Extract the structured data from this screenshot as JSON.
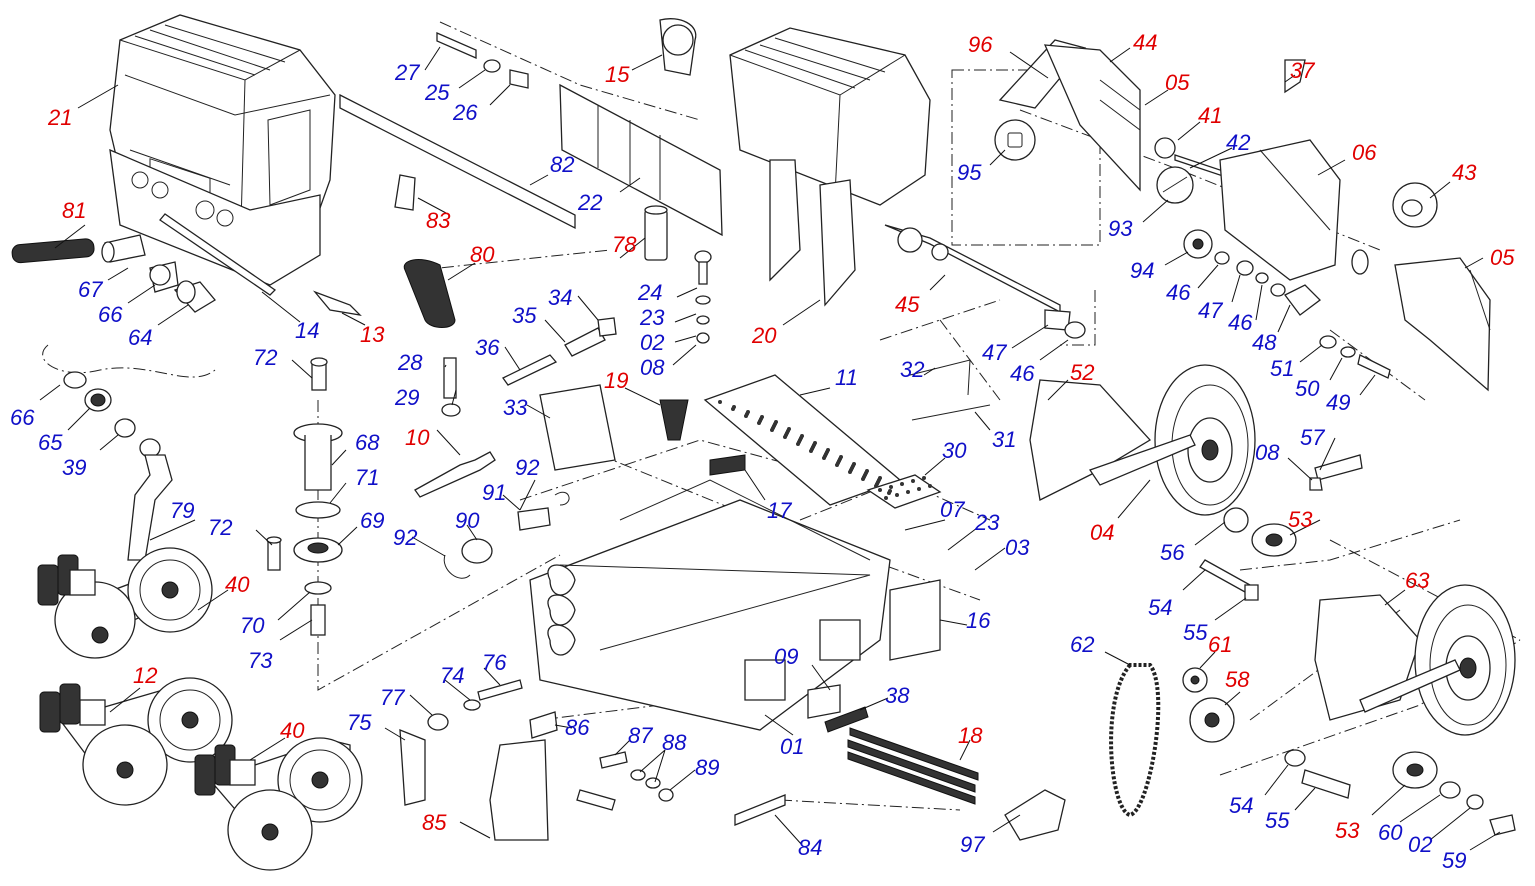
{
  "colors": {
    "red_label": "#e00000",
    "blue_label": "#1010c8",
    "line": "#222222",
    "background": "#ffffff"
  },
  "callouts": [
    {
      "text": "21",
      "color": "red"
    },
    {
      "text": "81",
      "color": "red"
    },
    {
      "text": "67",
      "color": "blue"
    },
    {
      "text": "66",
      "color": "blue"
    },
    {
      "text": "64",
      "color": "blue"
    },
    {
      "text": "14",
      "color": "blue"
    },
    {
      "text": "13",
      "color": "red"
    },
    {
      "text": "66",
      "color": "blue"
    },
    {
      "text": "65",
      "color": "blue"
    },
    {
      "text": "39",
      "color": "blue"
    },
    {
      "text": "79",
      "color": "blue"
    },
    {
      "text": "40",
      "color": "red"
    },
    {
      "text": "12",
      "color": "red"
    },
    {
      "text": "40",
      "color": "red"
    },
    {
      "text": "72",
      "color": "blue"
    },
    {
      "text": "68",
      "color": "blue"
    },
    {
      "text": "71",
      "color": "blue"
    },
    {
      "text": "72",
      "color": "blue"
    },
    {
      "text": "69",
      "color": "blue"
    },
    {
      "text": "70",
      "color": "blue"
    },
    {
      "text": "73",
      "color": "blue"
    },
    {
      "text": "27",
      "color": "blue"
    },
    {
      "text": "25",
      "color": "blue"
    },
    {
      "text": "26",
      "color": "blue"
    },
    {
      "text": "82",
      "color": "blue"
    },
    {
      "text": "22",
      "color": "blue"
    },
    {
      "text": "83",
      "color": "red"
    },
    {
      "text": "80",
      "color": "red"
    },
    {
      "text": "15",
      "color": "red"
    },
    {
      "text": "78",
      "color": "red"
    },
    {
      "text": "28",
      "color": "blue"
    },
    {
      "text": "29",
      "color": "blue"
    },
    {
      "text": "10",
      "color": "red"
    },
    {
      "text": "36",
      "color": "blue"
    },
    {
      "text": "35",
      "color": "blue"
    },
    {
      "text": "34",
      "color": "blue"
    },
    {
      "text": "33",
      "color": "blue"
    },
    {
      "text": "19",
      "color": "red"
    },
    {
      "text": "24",
      "color": "blue"
    },
    {
      "text": "23",
      "color": "blue"
    },
    {
      "text": "02",
      "color": "blue"
    },
    {
      "text": "08",
      "color": "blue"
    },
    {
      "text": "92",
      "color": "blue"
    },
    {
      "text": "91",
      "color": "blue"
    },
    {
      "text": "90",
      "color": "blue"
    },
    {
      "text": "92",
      "color": "blue"
    },
    {
      "text": "17",
      "color": "blue"
    },
    {
      "text": "11",
      "color": "blue"
    },
    {
      "text": "32",
      "color": "blue"
    },
    {
      "text": "31",
      "color": "blue"
    },
    {
      "text": "30",
      "color": "blue"
    },
    {
      "text": "20",
      "color": "red"
    },
    {
      "text": "45",
      "color": "red"
    },
    {
      "text": "47",
      "color": "blue"
    },
    {
      "text": "46",
      "color": "blue"
    },
    {
      "text": "07",
      "color": "blue"
    },
    {
      "text": "23",
      "color": "blue"
    },
    {
      "text": "03",
      "color": "blue"
    },
    {
      "text": "16",
      "color": "blue"
    },
    {
      "text": "09",
      "color": "blue"
    },
    {
      "text": "38",
      "color": "blue"
    },
    {
      "text": "18",
      "color": "red"
    },
    {
      "text": "01",
      "color": "blue"
    },
    {
      "text": "76",
      "color": "blue"
    },
    {
      "text": "74",
      "color": "blue"
    },
    {
      "text": "77",
      "color": "blue"
    },
    {
      "text": "75",
      "color": "blue"
    },
    {
      "text": "86",
      "color": "blue"
    },
    {
      "text": "87",
      "color": "blue"
    },
    {
      "text": "88",
      "color": "blue"
    },
    {
      "text": "89",
      "color": "blue"
    },
    {
      "text": "85",
      "color": "red"
    },
    {
      "text": "84",
      "color": "blue"
    },
    {
      "text": "97",
      "color": "blue"
    },
    {
      "text": "96",
      "color": "red"
    },
    {
      "text": "44",
      "color": "red"
    },
    {
      "text": "05",
      "color": "red"
    },
    {
      "text": "41",
      "color": "red"
    },
    {
      "text": "42",
      "color": "blue"
    },
    {
      "text": "06",
      "color": "red"
    },
    {
      "text": "37",
      "color": "red"
    },
    {
      "text": "43",
      "color": "red"
    },
    {
      "text": "05",
      "color": "red"
    },
    {
      "text": "95",
      "color": "blue"
    },
    {
      "text": "93",
      "color": "blue"
    },
    {
      "text": "94",
      "color": "blue"
    },
    {
      "text": "46",
      "color": "blue"
    },
    {
      "text": "47",
      "color": "blue"
    },
    {
      "text": "46",
      "color": "blue"
    },
    {
      "text": "48",
      "color": "blue"
    },
    {
      "text": "51",
      "color": "blue"
    },
    {
      "text": "50",
      "color": "blue"
    },
    {
      "text": "49",
      "color": "blue"
    },
    {
      "text": "52",
      "color": "red"
    },
    {
      "text": "57",
      "color": "blue"
    },
    {
      "text": "08",
      "color": "blue"
    },
    {
      "text": "04",
      "color": "red"
    },
    {
      "text": "56",
      "color": "blue"
    },
    {
      "text": "53",
      "color": "red"
    },
    {
      "text": "54",
      "color": "blue"
    },
    {
      "text": "55",
      "color": "blue"
    },
    {
      "text": "63",
      "color": "red"
    },
    {
      "text": "62",
      "color": "blue"
    },
    {
      "text": "61",
      "color": "red"
    },
    {
      "text": "58",
      "color": "red"
    },
    {
      "text": "54",
      "color": "blue"
    },
    {
      "text": "55",
      "color": "blue"
    },
    {
      "text": "53",
      "color": "red"
    },
    {
      "text": "60",
      "color": "blue"
    },
    {
      "text": "02",
      "color": "blue"
    },
    {
      "text": "59",
      "color": "blue"
    }
  ]
}
